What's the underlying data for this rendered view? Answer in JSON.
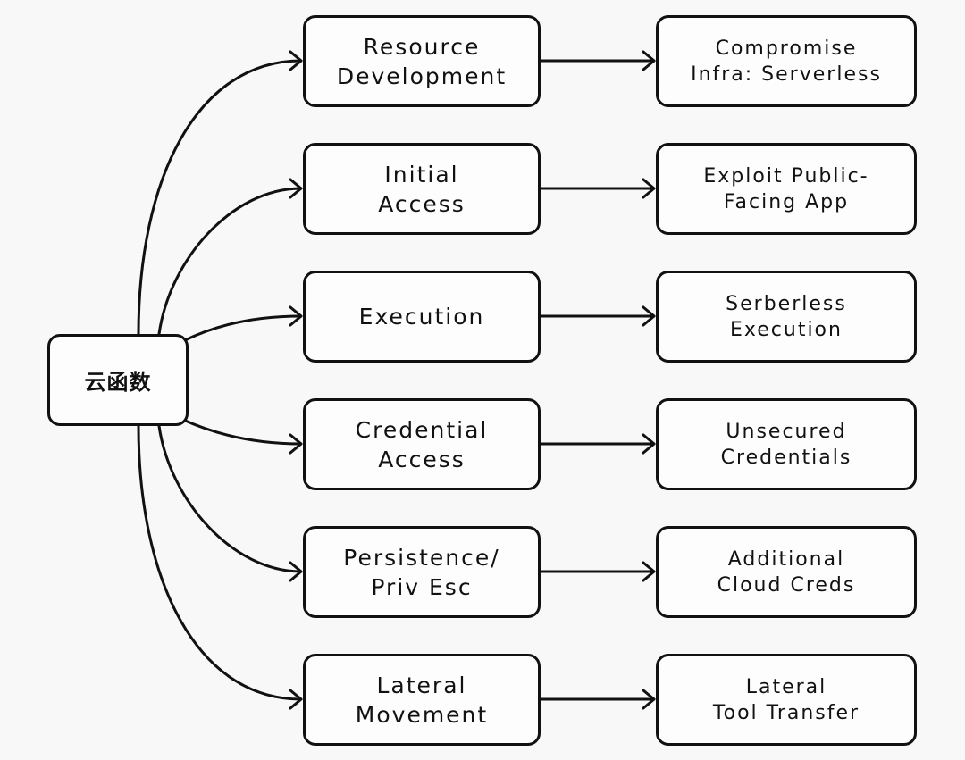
{
  "diagram": {
    "root": {
      "label": "云函数"
    },
    "rows": [
      {
        "tactic": "Resource\nDevelopment",
        "technique": "Compromise\nInfra: Serverless"
      },
      {
        "tactic": "Initial\nAccess",
        "technique": "Exploit Public-\nFacing App"
      },
      {
        "tactic": "Execution",
        "technique": "Serberless\nExecution"
      },
      {
        "tactic": "Credential\nAccess",
        "technique": "Unsecured\nCredentials"
      },
      {
        "tactic": "Persistence/\nPriv Esc",
        "technique": "Additional\nCloud Creds"
      },
      {
        "tactic": "Lateral\nMovement",
        "technique": "Lateral\nTool Transfer"
      }
    ],
    "colors": {
      "stroke": "#111111",
      "background": "#f8f8f8",
      "node_fill": "#fdfdfd"
    }
  }
}
